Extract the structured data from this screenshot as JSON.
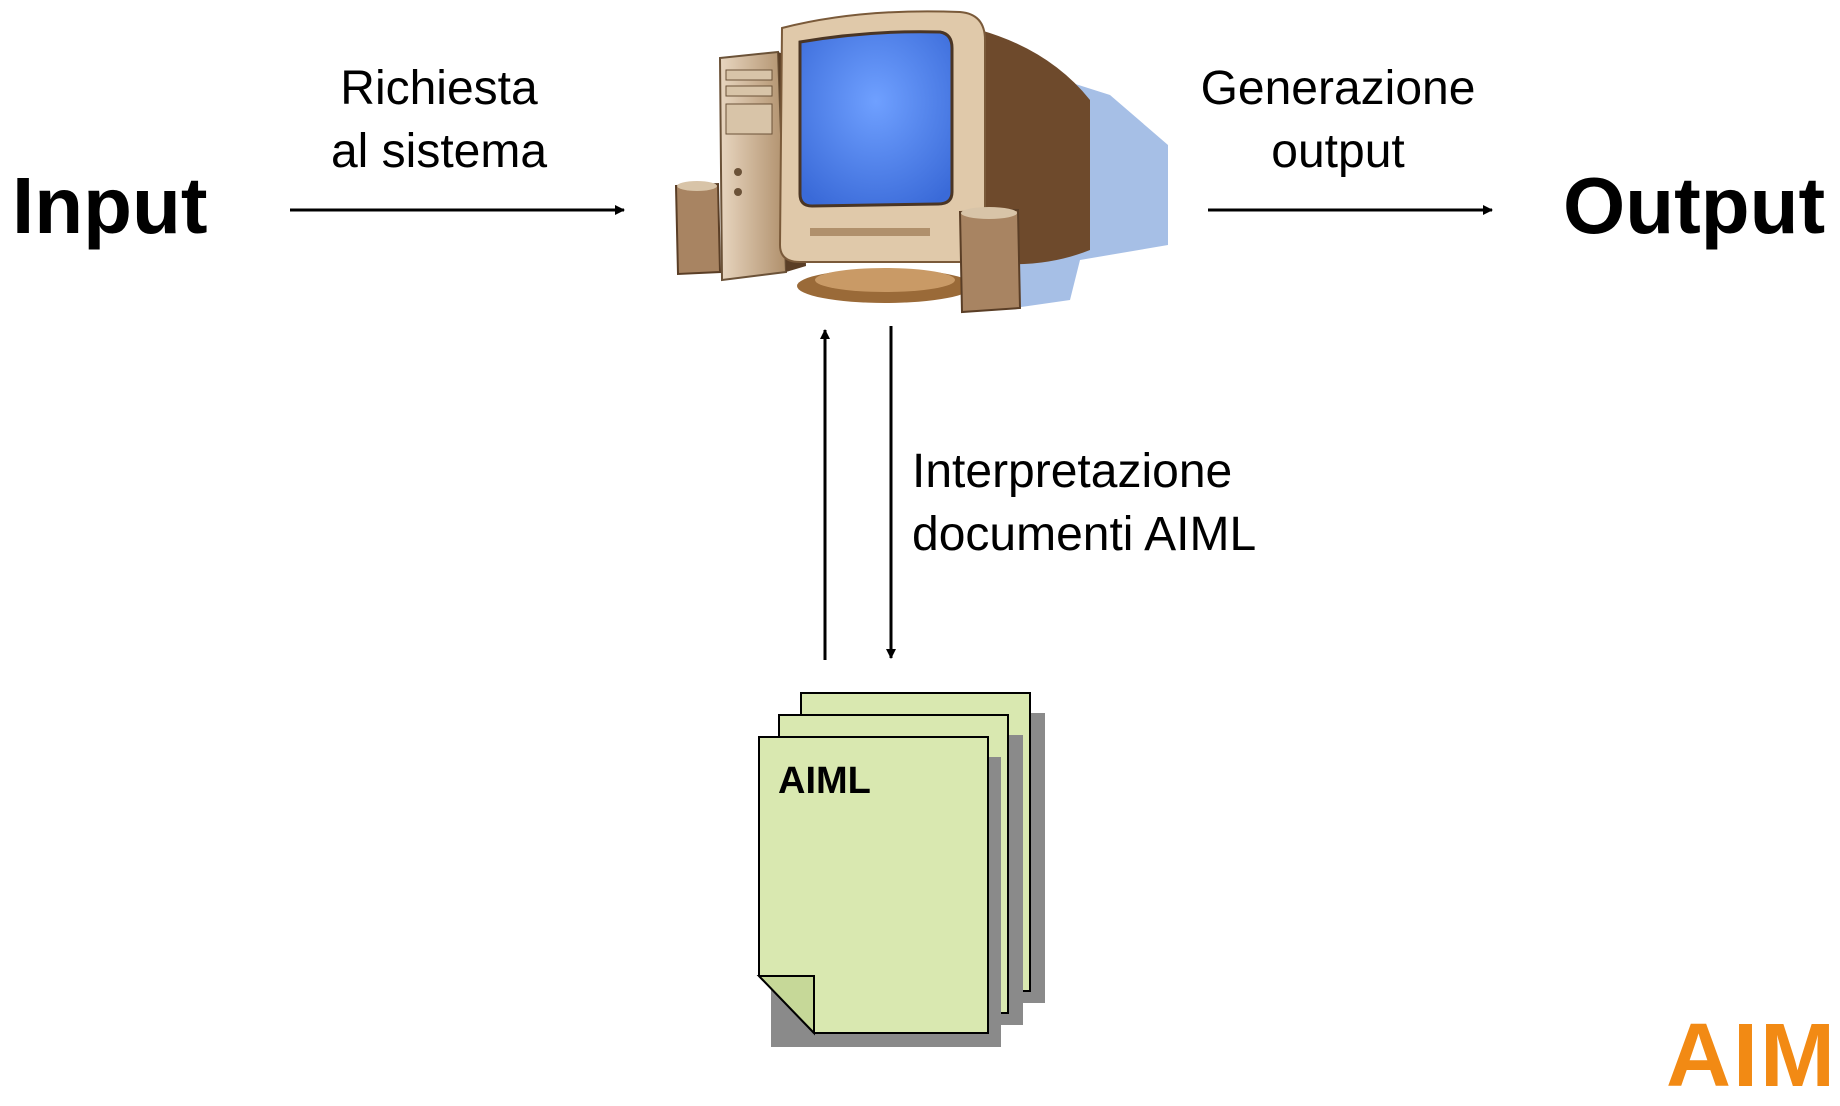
{
  "diagram": {
    "input_label": "Input",
    "output_label": "Output",
    "request_label_line1": "Richiesta",
    "request_label_line2": "al sistema",
    "generation_label_line1": "Generazione",
    "generation_label_line2": "output",
    "interpretation_label_line1": "Interpretazione",
    "interpretation_label_line2": "documenti AIML",
    "documents_label": "AIML",
    "logo_text": "AIML"
  },
  "icons": {
    "computer": "desktop-computer-icon",
    "documents": "document-stack-icon"
  },
  "colors": {
    "document_fill": "#d9e8b0",
    "document_shadow": "#8a8a8a",
    "screen_blue": "#5b8def",
    "logo_orange": "#f28a14"
  }
}
